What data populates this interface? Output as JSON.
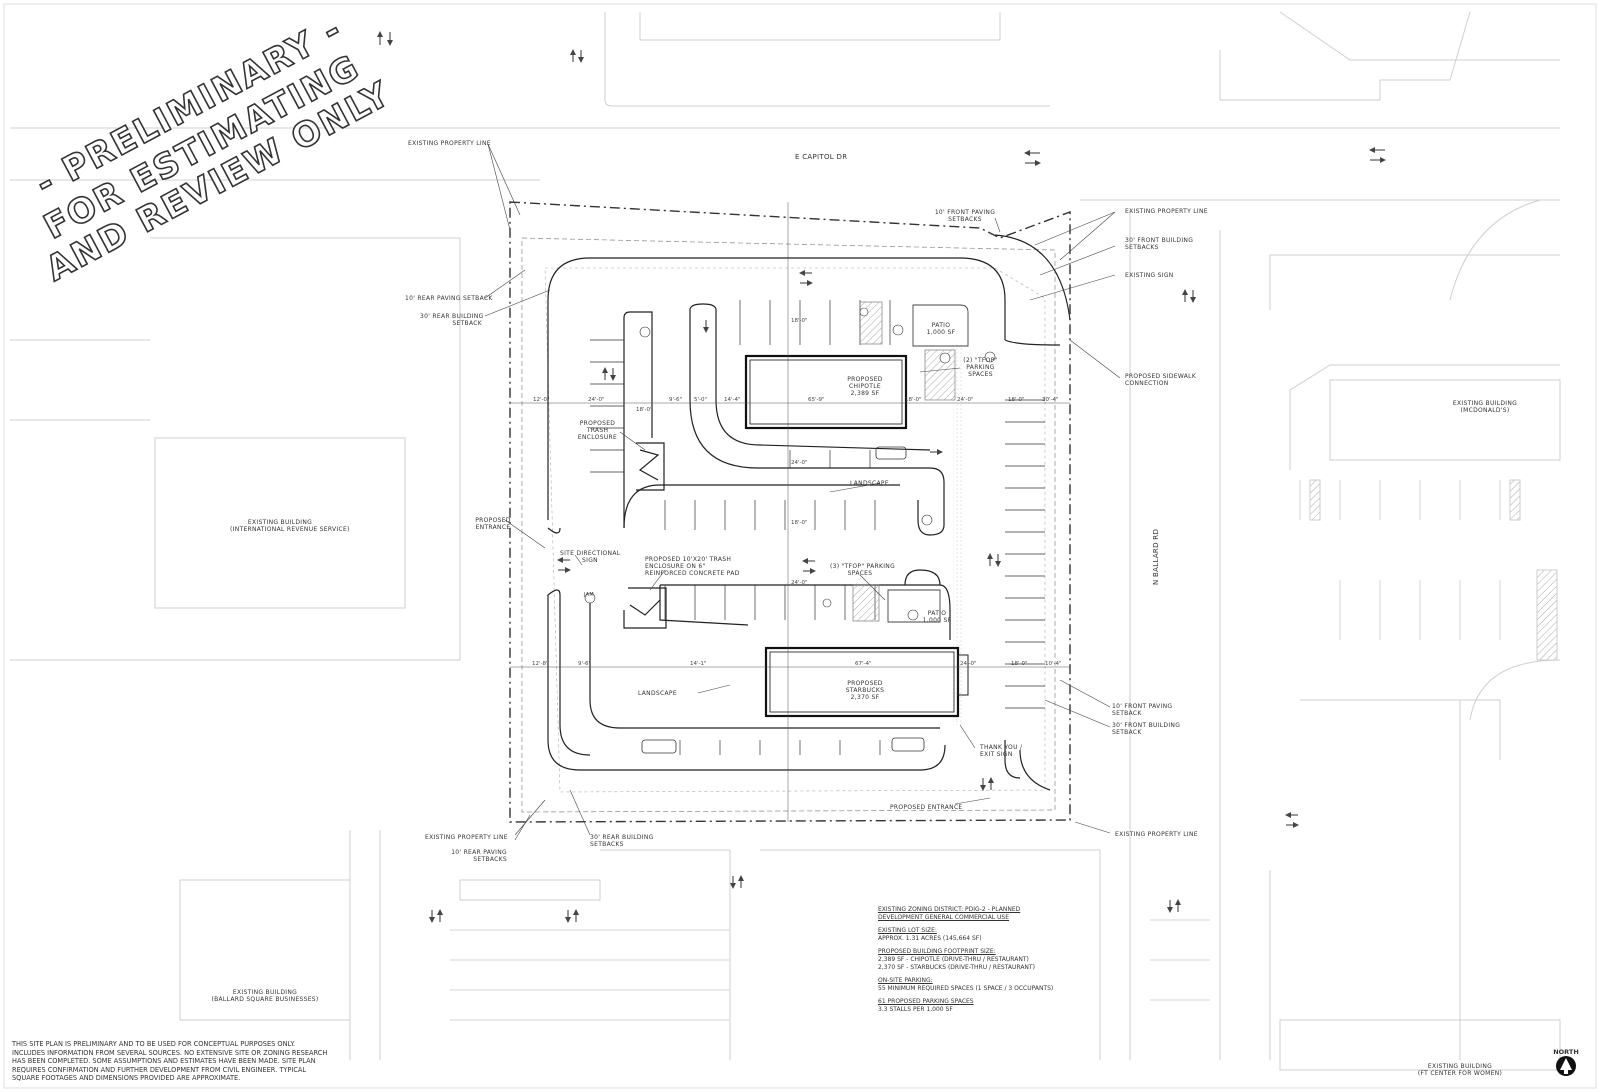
{
  "stamp": {
    "line1": "- PRELIMINARY -",
    "line2": "FOR ESTIMATING",
    "line3": "AND REVIEW ONLY"
  },
  "streets": {
    "north": "E CAPITOL DR",
    "east": "N BALLARD RD"
  },
  "existing_buildings": {
    "irs_1": "EXISTING BUILDING",
    "irs_2": "(INTERNATIONAL REVENUE SERVICE)",
    "mcd_1": "EXISTING BUILDING",
    "mcd_2": "(MCDONALD'S)",
    "ballard_1": "EXISTING BUILDING",
    "ballard_2": "(BALLARD SQUARE BUSINESSES)",
    "women_1": "EXISTING BUILDING",
    "women_2": "(FT CENTER FOR WOMEN)"
  },
  "callouts": {
    "prop_line_nw": "EXISTING PROPERTY LINE",
    "rear_paving_nw": "10' REAR PAVING SETBACK",
    "rear_building_nw_1": "30' REAR BUILDING",
    "rear_building_nw_2": "SETBACK",
    "front_paving_ne_1": "10' FRONT PAVING",
    "front_paving_ne_2": "SETBACKS",
    "prop_line_ne": "EXISTING PROPERTY LINE",
    "front_building_ne_1": "30' FRONT BUILDING",
    "front_building_ne_2": "SETBACKS",
    "existing_sign": "EXISTING SIGN",
    "sidewalk_1": "PROPOSED SIDEWALK",
    "sidewalk_2": "CONNECTION",
    "tfop_1_1": "(2) \"TFOP\"",
    "tfop_1_2": "PARKING",
    "tfop_1_3": "SPACES",
    "trash_1": "PROPOSED",
    "trash_2": "TRASH",
    "trash_3": "ENCLOSURE",
    "landscape_1": "LANDSCAPE",
    "entrance_w_1": "PROPOSED",
    "entrance_w_2": "ENTRANCE",
    "site_sign_1": "SITE DIRECTIONAL",
    "site_sign_2": "SIGN",
    "trash2_1": "PROPOSED 10'X20' TRASH",
    "trash2_2": "ENCLOSURE ON 6\"",
    "trash2_3": "REINFORCED CONCRETE PAD",
    "tfop_2_1": "(3) \"TFOP\" PARKING",
    "tfop_2_2": "SPACES",
    "landscape_2": "LANDSCAPE",
    "front_paving_se_1": "10' FRONT PAVING",
    "front_paving_se_2": "SETBACK",
    "front_building_se_1": "30' FRONT BUILDING",
    "front_building_se_2": "SETBACK",
    "thank_you_1": "THANK YOU /",
    "thank_you_2": "EXIT SIGN",
    "entrance_s": "PROPOSED ENTRANCE",
    "prop_line_sw": "EXISTING PROPERTY LINE",
    "rear_paving_sw_1": "10' REAR PAVING",
    "rear_paving_sw_2": "SETBACKS",
    "rear_building_sw_1": "30' REAR BUILDING",
    "rear_building_sw_2": "SETBACKS",
    "prop_line_se": "EXISTING PROPERTY LINE"
  },
  "buildings": {
    "chipotle_1": "PROPOSED",
    "chipotle_2": "CHIPOTLE",
    "chipotle_3": "2,389 SF",
    "starbucks_1": "PROPOSED",
    "starbucks_2": "STARBUCKS",
    "starbucks_3": "2,370 SF",
    "patio1_1": "PATIO",
    "patio1_2": "1,000 SF",
    "patio2_1": "PATIO",
    "patio2_2": "1,000 SF"
  },
  "dimensions": {
    "d1": "12'-0\"",
    "d2": "24'-0\"",
    "d3": "18'-0\"",
    "d4": "9'-6\"",
    "d5": "5'-0\"",
    "d6": "14'-4\"",
    "d7": "65'-9\"",
    "d8": "18'-0\"",
    "d9": "24'-0\"",
    "d10": "18'-0\"",
    "d11": "30'-4\"",
    "d12": "12'-8\"",
    "d13": "9'-6\"",
    "d14": "14'-1\"",
    "d15": "67'-4\"",
    "d16": "24'-0\"",
    "d17": "18'-0\"",
    "d18": "10'-4\"",
    "v1": "18'-0\"",
    "v2": "24'-0\"",
    "v3": "18'-0\"",
    "v4": "24'-0\""
  },
  "zoning": {
    "district_1": "EXISTING ZONING DISTRICT: PDIG-2 - PLANNED",
    "district_2": "DEVELOPMENT GENERAL COMMERCIAL USE",
    "lot_head": "EXISTING LOT SIZE:",
    "lot_val": "APPROX. 1.31 ACRES (145,664 SF)",
    "footprint_head": "PROPOSED BUILDING FOOTPRINT SIZE:",
    "footprint_1": "2,389 SF - CHIPOTLE (DRIVE-THRU / RESTAURANT)",
    "footprint_2": "2,370 SF - STARBUCKS (DRIVE-THRU / RESTAURANT)",
    "parking_head": "ON-SITE PARKING:",
    "parking_1": "55 MINIMUM REQUIRED SPACES (1 SPACE / 3 OCCUPANTS)",
    "parking_2": "61 PROPOSED PARKING SPACES",
    "parking_3": "3.3 STALLS PER 1,000 SF"
  },
  "disclaimer": {
    "l1": "THIS SITE PLAN IS PRELIMINARY AND TO BE USED FOR CONCEPTUAL PURPOSES ONLY.",
    "l2": "INCLUDES INFORMATION FROM SEVERAL SOURCES. NO EXTENSIVE SITE OR ZONING RESEARCH",
    "l3": "HAS BEEN COMPLETED. SOME ASSUMPTIONS AND ESTIMATES HAVE BEEN MADE. SITE PLAN",
    "l4": "REQUIRES CONFIRMATION AND FURTHER DEVELOPMENT FROM CIVIL ENGINEER. TYPICAL",
    "l5": "SQUARE FOOTAGES AND DIMENSIONS PROVIDED ARE APPROXIMATE."
  },
  "north": "NORTH",
  "sign_label": "JAM"
}
